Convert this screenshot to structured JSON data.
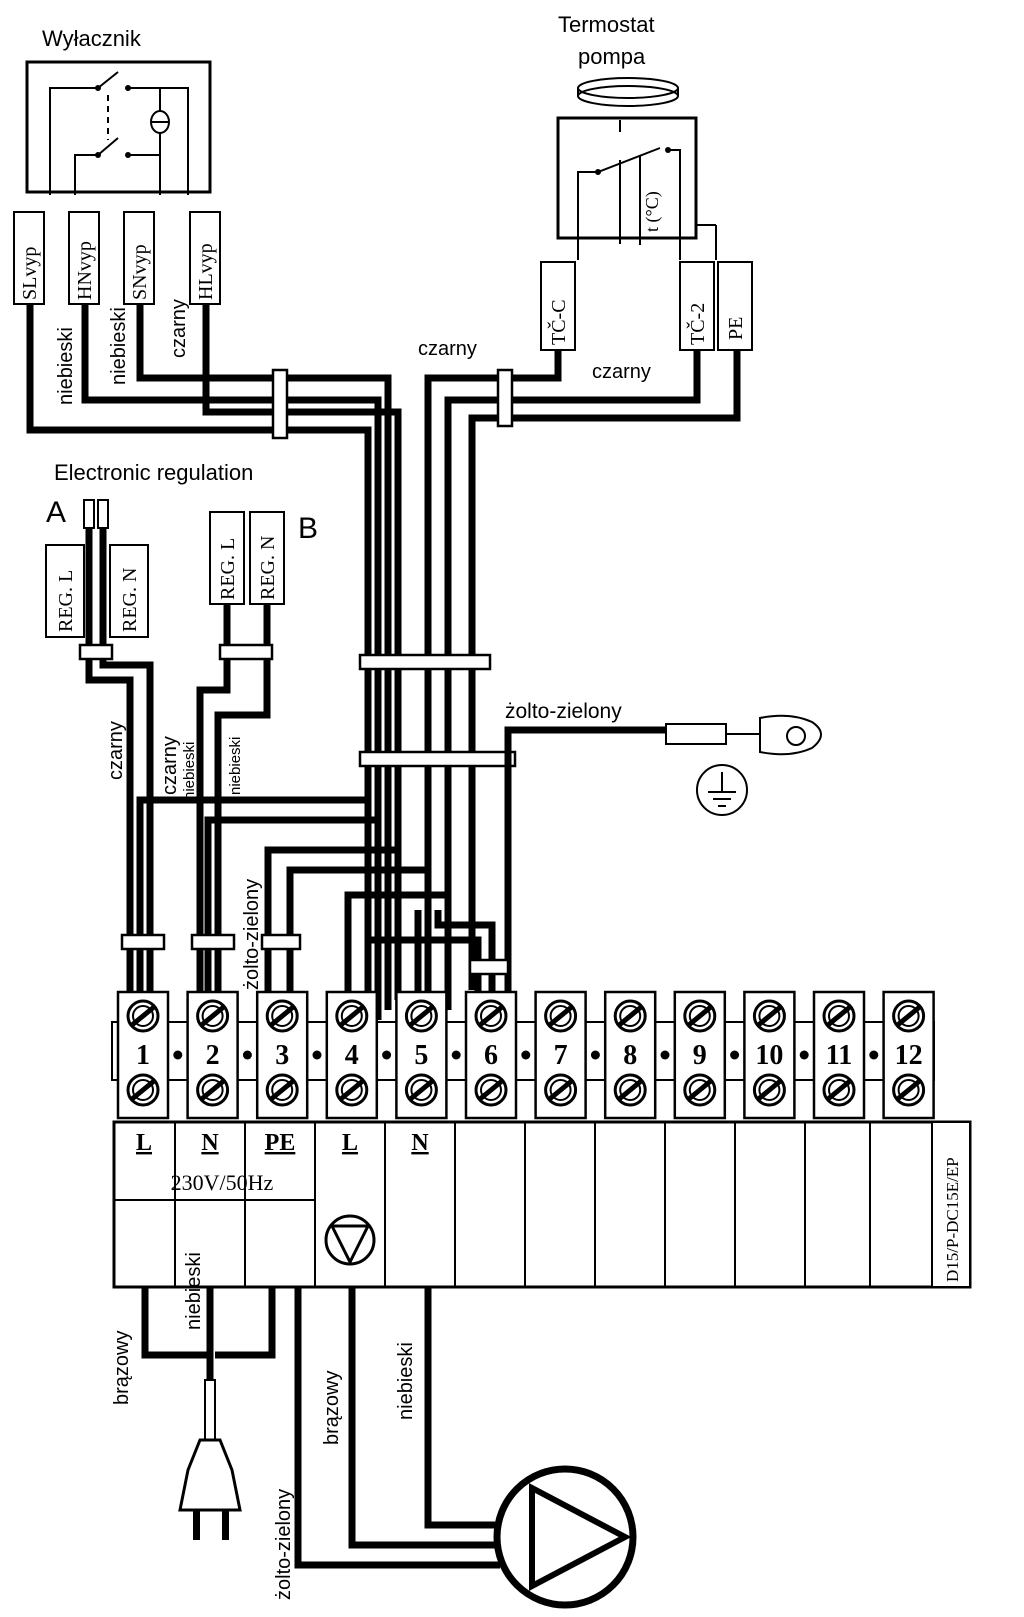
{
  "switch_block": {
    "title": "Wyłacznik",
    "tags": [
      "SLvyp",
      "HNvyp",
      "SNvyp",
      "HLvyp"
    ]
  },
  "thermostat_block": {
    "title_line1": "Termostat",
    "title_line2": "pompa",
    "inner_label": "t (°C)",
    "tags": [
      "TČ-C",
      "TČ-2",
      "PE"
    ]
  },
  "regulation": {
    "title": "Electronic regulation",
    "label_a": "A",
    "label_b": "B",
    "tags_a": [
      "REG. L",
      "REG. N"
    ],
    "tags_b": [
      "REG. L",
      "REG. N"
    ]
  },
  "wire_labels": {
    "niebieski_1": "niebieski",
    "niebieski_2": "niebieski",
    "czarny_1": "czarny",
    "czarny_2": "czarny",
    "czarny_3": "czarny",
    "zolto_zielony_top": "żolto-zielony",
    "czarny_a": "czarny",
    "czarny_b": "czarny",
    "niebieski_b1": "niebieski",
    "niebieski_b2": "niebieski",
    "zolto_zielony_mid": "żolto-zielony",
    "brazowy_1": "brązowy",
    "niebieski_bottom_1": "niebieski",
    "zolto_zielony_bottom": "żolto-zielony",
    "brazowy_2": "brązowy",
    "niebieski_bottom_2": "niebieski"
  },
  "terminals": [
    "1",
    "2",
    "3",
    "4",
    "5",
    "6",
    "7",
    "8",
    "9",
    "10",
    "11",
    "12"
  ],
  "board": {
    "col_labels": [
      "L",
      "N",
      "PE",
      "L",
      "N"
    ],
    "supply": "230V/50Hz",
    "model": "D15/P-DC15E/EP"
  },
  "colors": {
    "ink": "#000000",
    "paper": "#ffffff"
  }
}
